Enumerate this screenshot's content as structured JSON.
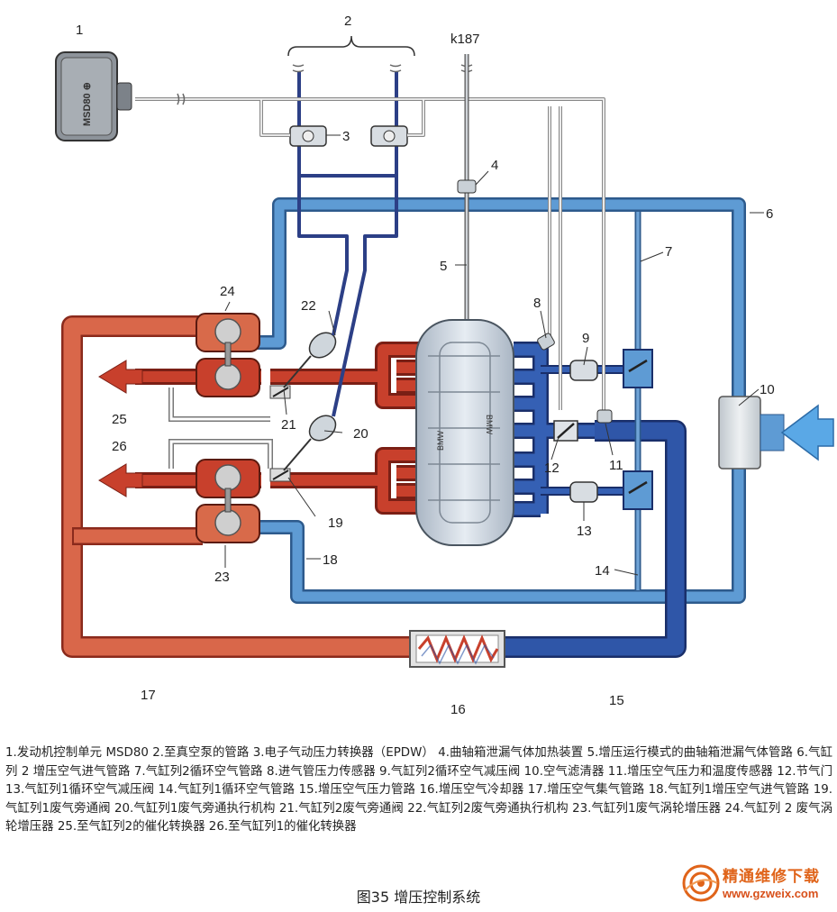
{
  "labels": {
    "n1": "1",
    "n2": "2",
    "n3": "3",
    "n4": "4",
    "n5": "5",
    "n6": "6",
    "n7": "7",
    "n8": "8",
    "n9": "9",
    "n10": "10",
    "n11": "11",
    "n12": "12",
    "n13": "13",
    "n14": "14",
    "n15": "15",
    "n16": "16",
    "n17": "17",
    "n18": "18",
    "n19": "19",
    "n20": "20",
    "n21": "21",
    "n22": "22",
    "n23": "23",
    "n24": "24",
    "n25": "25",
    "n26": "26",
    "k187": "k187"
  },
  "device_text": {
    "ecu": "MSD80 ⊕",
    "engine_right": "BMW",
    "engine_left": "BMW"
  },
  "legend": "1.发动机控制单元 MSD80 2.至真空泵的管路 3.电子气动压力转换器（EPDW） 4.曲轴箱泄漏气体加热装置 5.增压运行模式的曲轴箱泄漏气体管路 6.气缸列 2 增压空气进气管路 7.气缸列2循环空气管路 8.进气管压力传感器 9.气缸列2循环空气减压阀 10.空气滤清器 11.增压空气压力和温度传感器 12.节气门 13.气缸列1循环空气减压阀 14.气缸列1循环空气管路 15.增压空气压力管路 16.增压空气冷却器 17.增压空气集气管路 18.气缸列1增压空气进气管路 19.气缸列1废气旁通阀 20.气缸列1废气旁通执行机构 21.气缸列2废气旁通阀 22.气缸列2废气旁通执行机构 23.气缸列1废气涡轮增压器 24.气缸列 2 废气涡轮增压器 25.至气缸列2的催化转换器 26.至气缸列1的催化转换器",
  "caption": "图35  增压控制系统",
  "watermark": {
    "name": "精通维修下载",
    "url": "www.gzweix.com"
  },
  "colors": {
    "intake_blue": "#4a86c4",
    "pressure_blue": "#2a4fa0",
    "exhaust_red": "#c8402c",
    "charge_orange": "#d8653e",
    "vacuum_navy": "#2c3f86",
    "engine_gray": "#c9d2dc"
  }
}
